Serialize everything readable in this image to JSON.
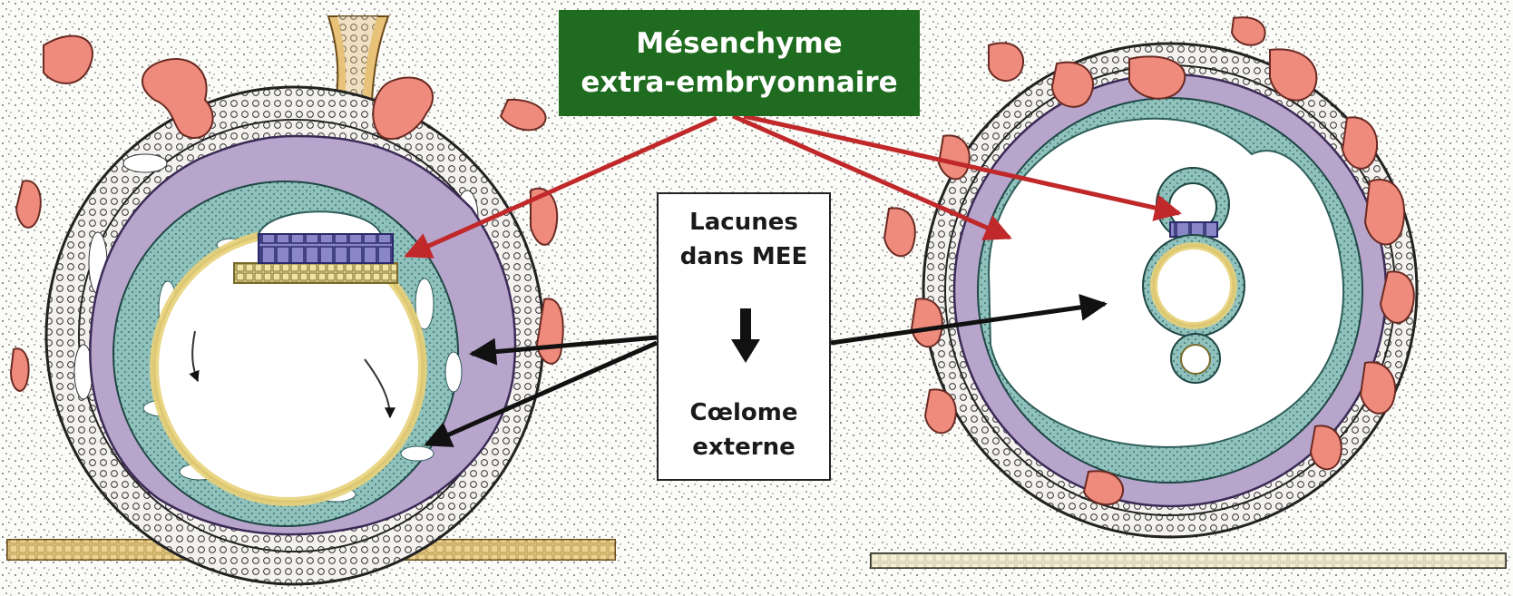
{
  "labels": {
    "mesenchyme": {
      "line1": "Mésenchyme",
      "line2": "extra-embryonnaire",
      "bg_color": "#1f6b1f"
    },
    "process": {
      "top_line1": "Lacunes",
      "top_line2": "dans MEE",
      "bottom_line1": "Cœlome",
      "bottom_line2": "externe"
    }
  },
  "colors": {
    "trophoblast": "#b7a5cc",
    "mesenchyme_teal": "#8fc1bd",
    "epiblast": "#8a87c9",
    "hypoblast": "#e8d27a",
    "vessels": "#ef8b7c",
    "arrow_red": "#c0282a",
    "arrow_black": "#111111"
  },
  "icons": [
    "down-arrow-icon"
  ]
}
